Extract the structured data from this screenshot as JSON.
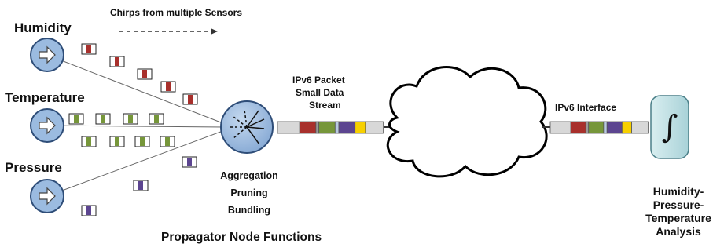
{
  "header": {
    "chirps_label": "Chirps from multiple Sensors"
  },
  "sensors": [
    {
      "label": "Humidity",
      "chirp_color": "#a8302c"
    },
    {
      "label": "Temperature",
      "chirp_color": "#76963a"
    },
    {
      "label": "Pressure",
      "chirp_color": "#5c4590"
    }
  ],
  "propagator": {
    "functions": [
      "Aggregation",
      "Pruning",
      "Bundling"
    ],
    "caption": "Propagator Node Functions"
  },
  "packet": {
    "lines": [
      "IPv6 Packet",
      "Small Data",
      "Stream"
    ]
  },
  "interface": {
    "label": "IPv6 Interface"
  },
  "analysis": {
    "symbol": "∫",
    "lines": [
      "Humidity-",
      "Pressure-",
      "Temperature",
      "Analysis"
    ]
  },
  "colors": {
    "node_fill": "#9bbbe0",
    "node_stroke": "#2e4d78",
    "analysis_fill": "#c2e2e6",
    "packet_end": "#d8d8d8",
    "packet_blue": "#b9c9e2",
    "packet_gray": "#999999",
    "packet_yellow": "#f7d000"
  }
}
